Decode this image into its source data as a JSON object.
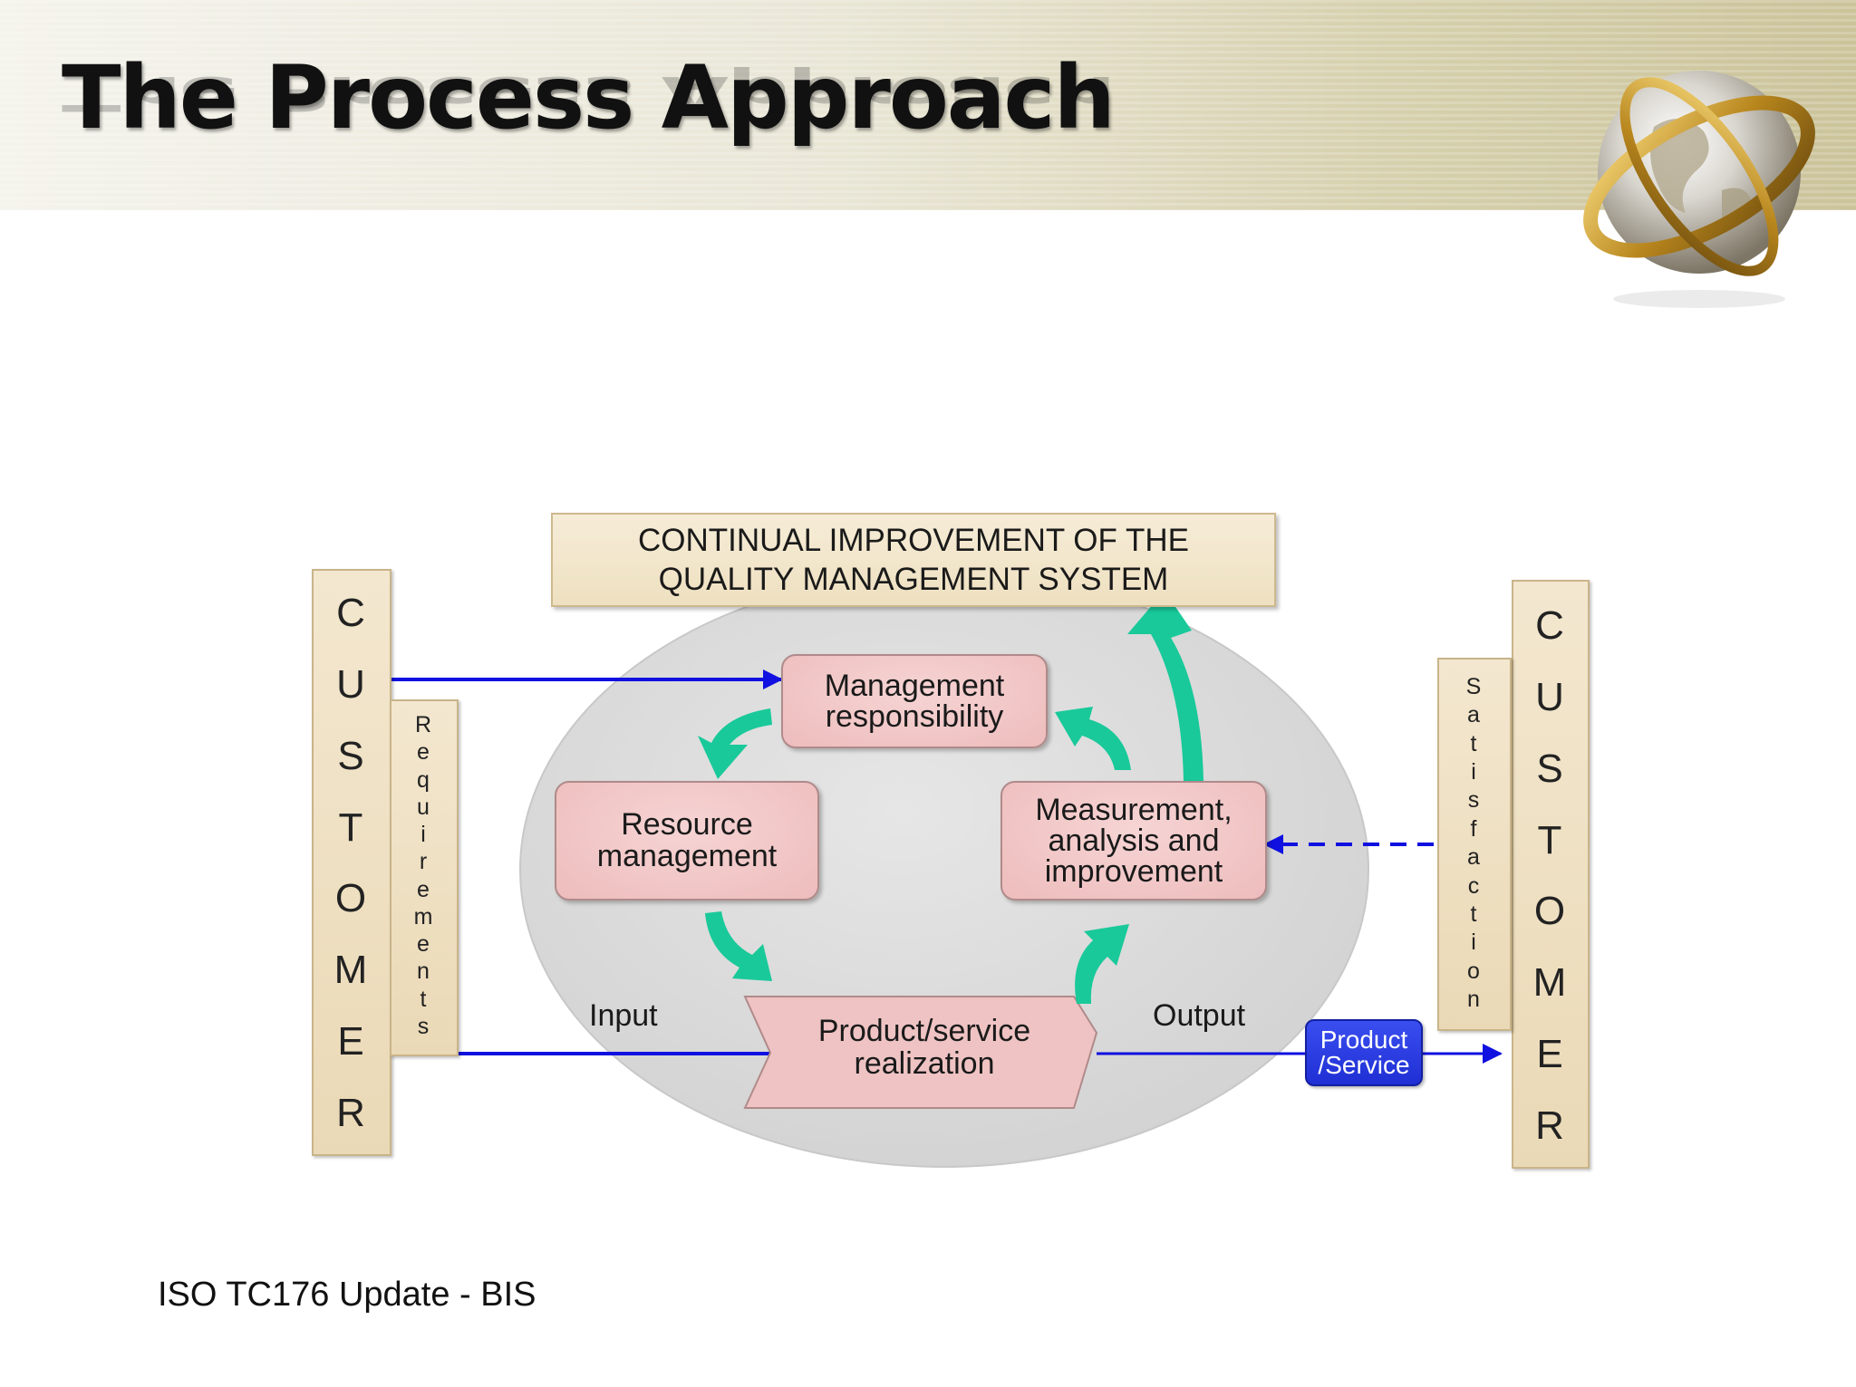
{
  "slide": {
    "title": "The Process Approach",
    "footer": "ISO TC176 Update - BIS"
  },
  "diagram": {
    "continual_improvement": "CONTINUAL IMPROVEMENT OF THE\nQUALITY MANAGEMENT SYSTEM",
    "left_customer": [
      "C",
      "U",
      "S",
      "T",
      "O",
      "M",
      "E",
      "R"
    ],
    "right_customer": [
      "C",
      "U",
      "S",
      "T",
      "O",
      "M",
      "E",
      "R"
    ],
    "requirements": [
      "R",
      "e",
      "q",
      "u",
      "i",
      "r",
      "e",
      "m",
      "e",
      "n",
      "t",
      "s"
    ],
    "satisfaction": [
      "S",
      "a",
      "t",
      "i",
      "s",
      "f",
      "a",
      "c",
      "t",
      "i",
      "o",
      "n"
    ],
    "management_responsibility": "Management\nresponsibility",
    "resource_management": "Resource\nmanagement",
    "measurement": "Measurement,\nanalysis and\nimprovement",
    "product_realization": "Product/service\nrealization",
    "input_label": "Input",
    "output_label": "Output",
    "product_service": "Product\n/Service",
    "colors": {
      "ellipse": "#dcdcdc",
      "pink_box": "#efc3c3",
      "tan_box": "#eedfc0",
      "arrow_blue": "#1010e0",
      "cycle_green": "#19c99a",
      "product_button": "#2b3fe6"
    }
  }
}
